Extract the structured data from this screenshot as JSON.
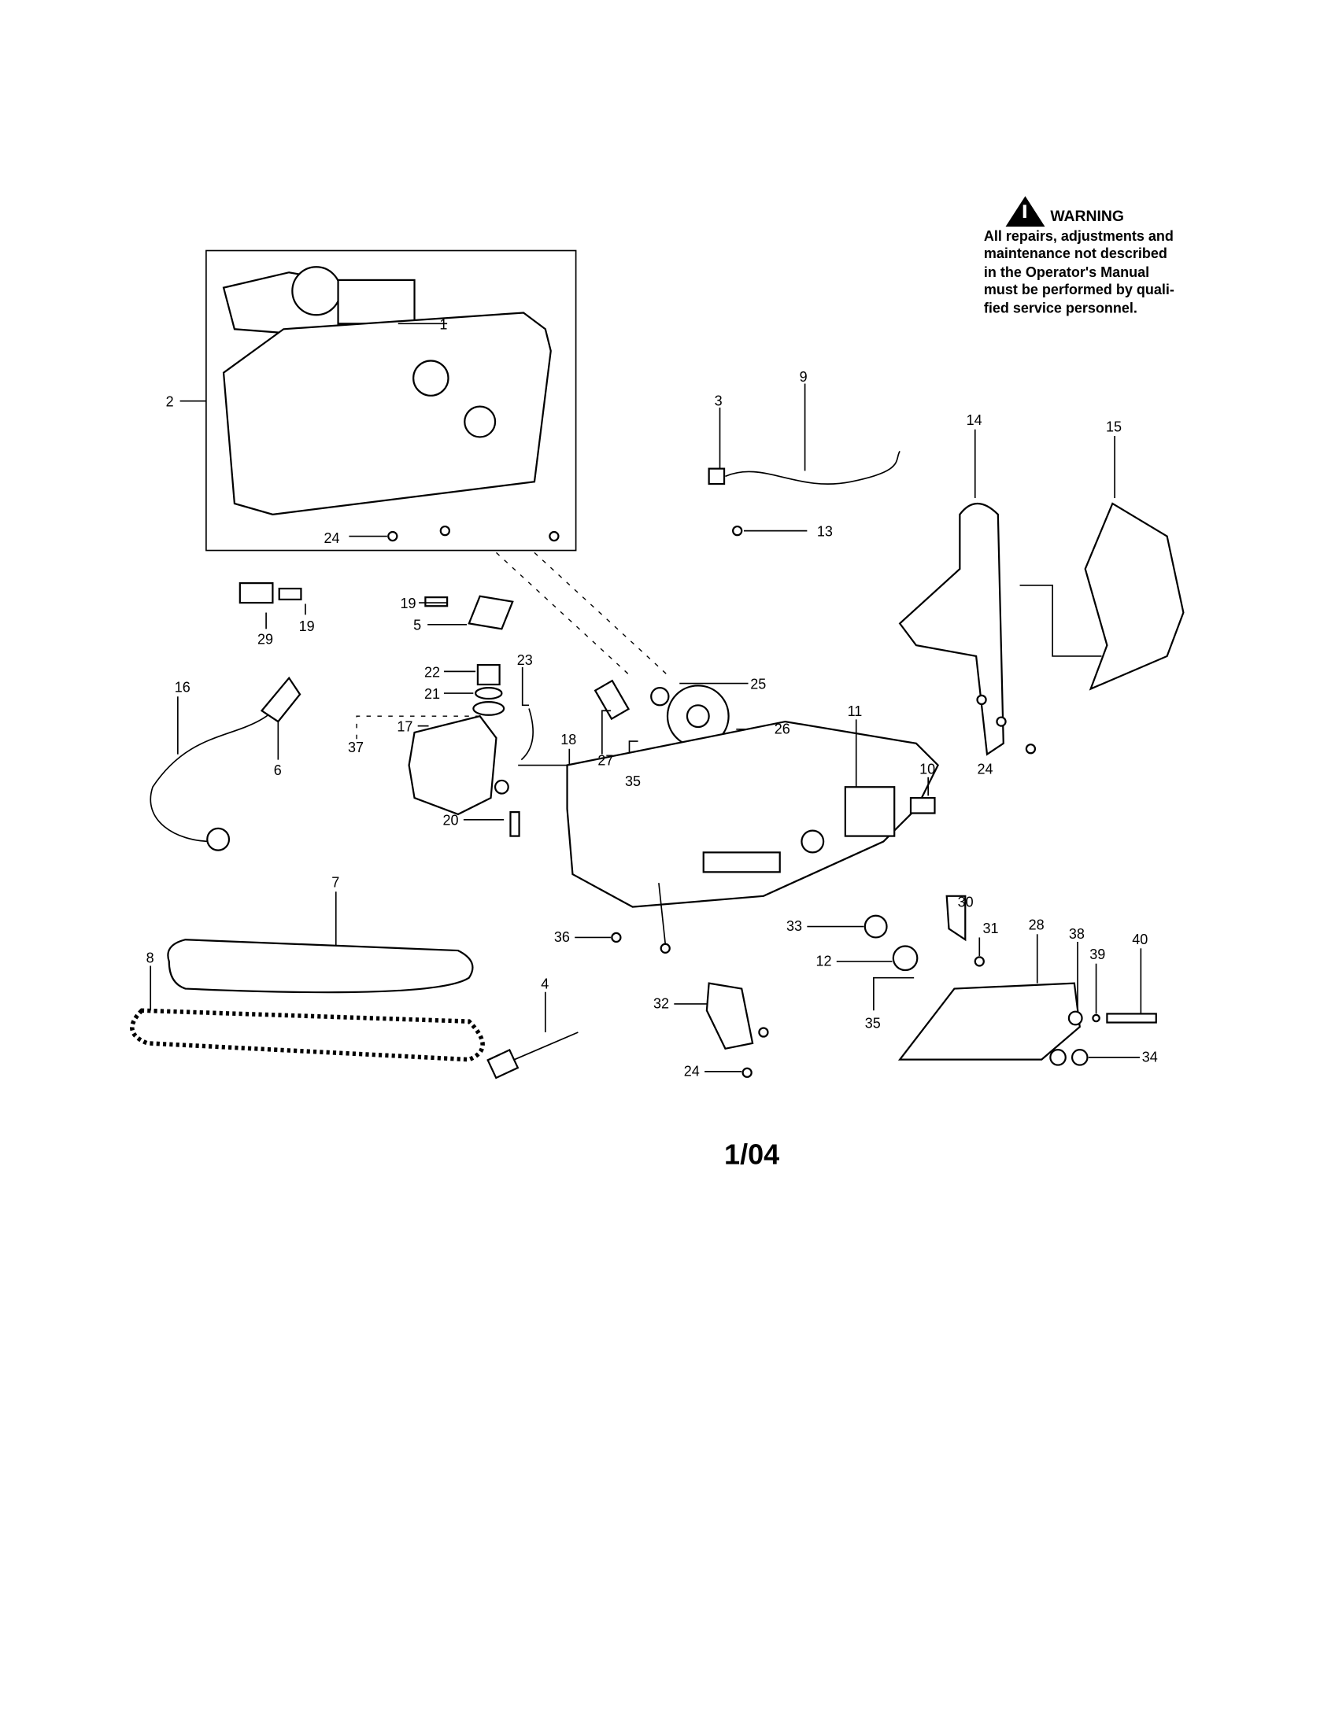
{
  "warning": {
    "title": "WARNING",
    "lines": [
      "All repairs, adjustments and",
      "maintenance not described",
      "in the Operator's Manual",
      "must be performed by quali-",
      "fied service personnel."
    ]
  },
  "callouts": {
    "c1": "1",
    "c2": "2",
    "c24a": "24",
    "c3": "3",
    "c9": "9",
    "c13": "13",
    "c14": "14",
    "c15": "15",
    "c19a": "19",
    "c5": "5",
    "c29": "29",
    "c19b": "19",
    "c22": "22",
    "c21": "21",
    "c23": "23",
    "c25": "25",
    "c16": "16",
    "c6": "6",
    "c37": "37",
    "c17": "17",
    "c18": "18",
    "c27": "27",
    "c35a": "35",
    "c26": "26",
    "c11": "11",
    "c10": "10",
    "c24b": "24",
    "c20": "20",
    "c30": "30",
    "c31": "31",
    "c7": "7",
    "c28": "28",
    "c38": "38",
    "c39": "39",
    "c40": "40",
    "c36": "36",
    "c33": "33",
    "c12": "12",
    "c8": "8",
    "c4": "4",
    "c32": "32",
    "c35b": "35",
    "c24c": "24",
    "c34": "34"
  },
  "footer": {
    "date_code": "1/04"
  }
}
